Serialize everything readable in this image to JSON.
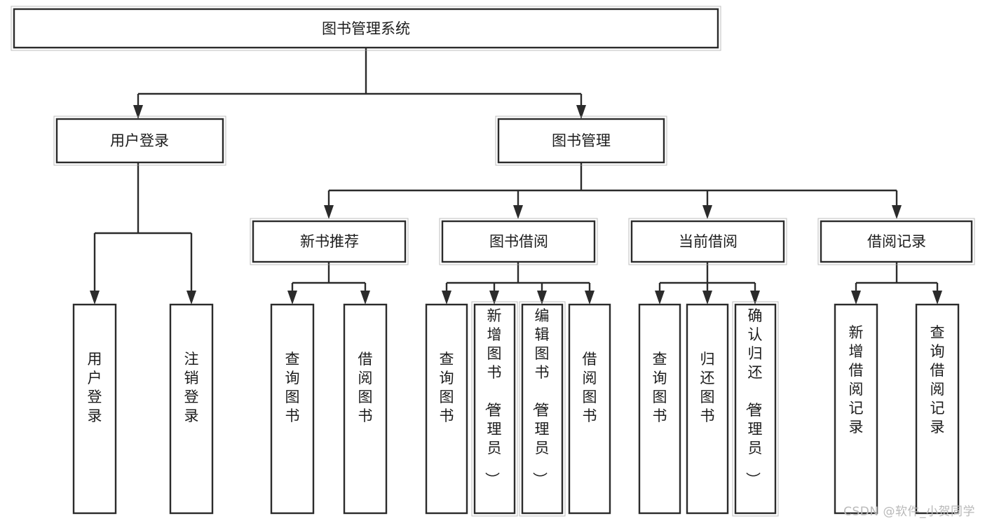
{
  "diagram": {
    "type": "tree-hierarchy",
    "title": "图书管理系统",
    "watermark": "CSDN @软件_小贺同学",
    "colors": {
      "box_stroke": "#2b2b2b",
      "box_fill": "#ffffff",
      "connector": "#2b2b2b",
      "text": "#1c1c1c",
      "watermark": "#b9b9b9",
      "background": "#ffffff"
    },
    "levels": [
      {
        "level": 0,
        "nodes": [
          {
            "id": "root",
            "label": "图书管理系统",
            "orientation": "horizontal"
          }
        ]
      },
      {
        "level": 1,
        "nodes": [
          {
            "id": "login",
            "label": "用户登录",
            "orientation": "horizontal",
            "parent": "root"
          },
          {
            "id": "bookmgmt",
            "label": "图书管理",
            "orientation": "horizontal",
            "parent": "root"
          }
        ]
      },
      {
        "level": 2,
        "nodes": [
          {
            "id": "newbook",
            "label": "新书推荐",
            "orientation": "horizontal",
            "parent": "bookmgmt"
          },
          {
            "id": "borrow",
            "label": "图书借阅",
            "orientation": "horizontal",
            "parent": "bookmgmt"
          },
          {
            "id": "current",
            "label": "当前借阅",
            "orientation": "horizontal",
            "parent": "bookmgmt"
          },
          {
            "id": "records",
            "label": "借阅记录",
            "orientation": "horizontal",
            "parent": "bookmgmt"
          }
        ]
      },
      {
        "level": 3,
        "nodes": [
          {
            "id": "leaf-1",
            "label": "用户登录",
            "orientation": "vertical",
            "parent": "login"
          },
          {
            "id": "leaf-2",
            "label": "注销登录",
            "orientation": "vertical",
            "parent": "login"
          },
          {
            "id": "leaf-3",
            "label": "查询图书",
            "orientation": "vertical",
            "parent": "newbook"
          },
          {
            "id": "leaf-4",
            "label": "借阅图书",
            "orientation": "vertical",
            "parent": "newbook"
          },
          {
            "id": "leaf-5",
            "label": "查询图书",
            "orientation": "vertical",
            "parent": "borrow"
          },
          {
            "id": "leaf-6",
            "label": "新增图书（管理员）",
            "orientation": "vertical",
            "parent": "borrow"
          },
          {
            "id": "leaf-7",
            "label": "编辑图书（管理员）",
            "orientation": "vertical",
            "parent": "borrow"
          },
          {
            "id": "leaf-8",
            "label": "借阅图书",
            "orientation": "vertical",
            "parent": "borrow"
          },
          {
            "id": "leaf-9",
            "label": "查询图书",
            "orientation": "vertical",
            "parent": "current"
          },
          {
            "id": "leaf-10",
            "label": "归还图书",
            "orientation": "vertical",
            "parent": "current"
          },
          {
            "id": "leaf-11",
            "label": "确认归还（管理员）",
            "orientation": "vertical",
            "parent": "current"
          },
          {
            "id": "leaf-12",
            "label": "新增借阅记录",
            "orientation": "vertical",
            "parent": "records"
          },
          {
            "id": "leaf-13",
            "label": "查询借阅记录",
            "orientation": "vertical",
            "parent": "records"
          }
        ]
      }
    ]
  }
}
